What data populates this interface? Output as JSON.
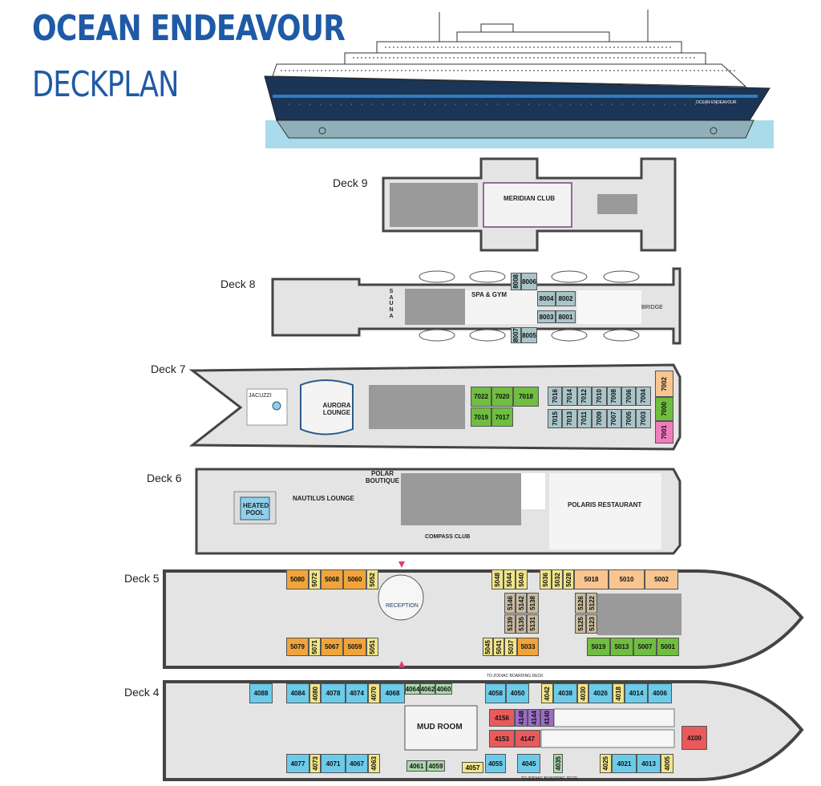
{
  "header": {
    "title": "OCEAN ENDEAVOUR",
    "subtitle": "DECKPLAN",
    "ship_name_on_hull": "OCEAN ENDEAVOUR"
  },
  "colors": {
    "brand": "#1f5aa6",
    "orange": "#f0a43a",
    "yellow": "#f1e58a",
    "peach": "#f8c590",
    "tan": "#c9bba0",
    "green": "#6fbe3f",
    "blue": "#6ccbe8",
    "lightgreen": "#a9d9ab",
    "red": "#e85a5c",
    "purple": "#9c6cc6",
    "pink": "#f07cbb",
    "greyblue": "#aac5c9"
  },
  "decks": [
    {
      "label": "Deck 9",
      "areas": [
        "MERIDIAN CLUB"
      ],
      "cabins": []
    },
    {
      "label": "Deck 8",
      "areas": [
        "SPA & GYM",
        "BRIDGE",
        "S A U N A"
      ],
      "cabins": [
        {
          "n": "8008",
          "c": "greyblue"
        },
        {
          "n": "8006",
          "c": "greyblue"
        },
        {
          "n": "8004",
          "c": "greyblue"
        },
        {
          "n": "8002",
          "c": "greyblue"
        },
        {
          "n": "8003",
          "c": "greyblue"
        },
        {
          "n": "8001",
          "c": "greyblue"
        },
        {
          "n": "8007",
          "c": "greyblue"
        },
        {
          "n": "8005",
          "c": "greyblue"
        }
      ]
    },
    {
      "label": "Deck 7",
      "areas": [
        "JACUZZI",
        "AURORA LOUNGE"
      ],
      "cabins": [
        {
          "n": "7022",
          "c": "green"
        },
        {
          "n": "7020",
          "c": "green"
        },
        {
          "n": "7018",
          "c": "green"
        },
        {
          "n": "7019",
          "c": "green"
        },
        {
          "n": "7017",
          "c": "green"
        },
        {
          "n": "7016",
          "c": "greyblue"
        },
        {
          "n": "7014",
          "c": "greyblue"
        },
        {
          "n": "7012",
          "c": "greyblue"
        },
        {
          "n": "7010",
          "c": "greyblue"
        },
        {
          "n": "7008",
          "c": "greyblue"
        },
        {
          "n": "7006",
          "c": "greyblue"
        },
        {
          "n": "7004",
          "c": "greyblue"
        },
        {
          "n": "7015",
          "c": "greyblue"
        },
        {
          "n": "7013",
          "c": "greyblue"
        },
        {
          "n": "7011",
          "c": "greyblue"
        },
        {
          "n": "7009",
          "c": "greyblue"
        },
        {
          "n": "7007",
          "c": "greyblue"
        },
        {
          "n": "7005",
          "c": "greyblue"
        },
        {
          "n": "7003",
          "c": "greyblue"
        },
        {
          "n": "7002",
          "c": "peach"
        },
        {
          "n": "7000",
          "c": "green"
        },
        {
          "n": "7001",
          "c": "pink"
        }
      ]
    },
    {
      "label": "Deck 6",
      "areas": [
        "HEATED POOL",
        "NAUTILUS LOUNGE",
        "POLAR BOUTIQUE",
        "COMPASS CLUB",
        "POLARIS RESTAURANT"
      ],
      "cabins": []
    },
    {
      "label": "Deck 5",
      "areas": [
        "RECEPTION"
      ],
      "cabins": [
        {
          "n": "5080",
          "c": "orange"
        },
        {
          "n": "5072",
          "c": "yellow"
        },
        {
          "n": "5068",
          "c": "orange"
        },
        {
          "n": "5060",
          "c": "orange"
        },
        {
          "n": "5052",
          "c": "yellow"
        },
        {
          "n": "5048",
          "c": "yellow"
        },
        {
          "n": "5044",
          "c": "yellow"
        },
        {
          "n": "5040",
          "c": "yellow"
        },
        {
          "n": "5036",
          "c": "yellow"
        },
        {
          "n": "5032",
          "c": "yellow"
        },
        {
          "n": "5028",
          "c": "yellow"
        },
        {
          "n": "5018",
          "c": "peach"
        },
        {
          "n": "5010",
          "c": "peach"
        },
        {
          "n": "5002",
          "c": "peach"
        },
        {
          "n": "5146",
          "c": "tan"
        },
        {
          "n": "5142",
          "c": "tan"
        },
        {
          "n": "5138",
          "c": "tan"
        },
        {
          "n": "5126",
          "c": "tan"
        },
        {
          "n": "5122",
          "c": "tan"
        },
        {
          "n": "5139",
          "c": "tan"
        },
        {
          "n": "5135",
          "c": "tan"
        },
        {
          "n": "5131",
          "c": "tan"
        },
        {
          "n": "5125",
          "c": "tan"
        },
        {
          "n": "5123",
          "c": "tan"
        },
        {
          "n": "5079",
          "c": "orange"
        },
        {
          "n": "5071",
          "c": "yellow"
        },
        {
          "n": "5067",
          "c": "orange"
        },
        {
          "n": "5059",
          "c": "orange"
        },
        {
          "n": "5051",
          "c": "yellow"
        },
        {
          "n": "5045",
          "c": "yellow"
        },
        {
          "n": "5041",
          "c": "yellow"
        },
        {
          "n": "5037",
          "c": "yellow"
        },
        {
          "n": "5033",
          "c": "orange"
        },
        {
          "n": "5019",
          "c": "green"
        },
        {
          "n": "5013",
          "c": "green"
        },
        {
          "n": "5007",
          "c": "green"
        },
        {
          "n": "5001",
          "c": "green"
        }
      ]
    },
    {
      "label": "Deck 4",
      "areas": [
        "MUD ROOM",
        "TO ZODIAC BOARDING DECK",
        "TO ZODIAC BOARDING DECK"
      ],
      "cabins": [
        {
          "n": "4088",
          "c": "blue"
        },
        {
          "n": "4084",
          "c": "blue"
        },
        {
          "n": "4080",
          "c": "yellow"
        },
        {
          "n": "4078",
          "c": "blue"
        },
        {
          "n": "4074",
          "c": "blue"
        },
        {
          "n": "4070",
          "c": "yellow"
        },
        {
          "n": "4068",
          "c": "blue"
        },
        {
          "n": "4064",
          "c": "lightgreen"
        },
        {
          "n": "4062",
          "c": "lightgreen"
        },
        {
          "n": "4060",
          "c": "lightgreen"
        },
        {
          "n": "4058",
          "c": "blue"
        },
        {
          "n": "4050",
          "c": "blue"
        },
        {
          "n": "4042",
          "c": "yellow"
        },
        {
          "n": "4038",
          "c": "blue"
        },
        {
          "n": "4030",
          "c": "yellow"
        },
        {
          "n": "4026",
          "c": "blue"
        },
        {
          "n": "4018",
          "c": "yellow"
        },
        {
          "n": "4014",
          "c": "blue"
        },
        {
          "n": "4006",
          "c": "blue"
        },
        {
          "n": "4156",
          "c": "red"
        },
        {
          "n": "4148",
          "c": "purple"
        },
        {
          "n": "4144",
          "c": "purple"
        },
        {
          "n": "4140",
          "c": "purple"
        },
        {
          "n": "4153",
          "c": "red"
        },
        {
          "n": "4147",
          "c": "red"
        },
        {
          "n": "4100",
          "c": "red"
        },
        {
          "n": "4077",
          "c": "blue"
        },
        {
          "n": "4073",
          "c": "yellow"
        },
        {
          "n": "4071",
          "c": "blue"
        },
        {
          "n": "4067",
          "c": "blue"
        },
        {
          "n": "4063",
          "c": "yellow"
        },
        {
          "n": "4061",
          "c": "lightgreen"
        },
        {
          "n": "4059",
          "c": "lightgreen"
        },
        {
          "n": "4057",
          "c": "yellow"
        },
        {
          "n": "4055",
          "c": "blue"
        },
        {
          "n": "4045",
          "c": "blue"
        },
        {
          "n": "4035",
          "c": "lightgreen"
        },
        {
          "n": "4025",
          "c": "yellow"
        },
        {
          "n": "4021",
          "c": "blue"
        },
        {
          "n": "4013",
          "c": "blue"
        },
        {
          "n": "4005",
          "c": "yellow"
        }
      ]
    }
  ]
}
